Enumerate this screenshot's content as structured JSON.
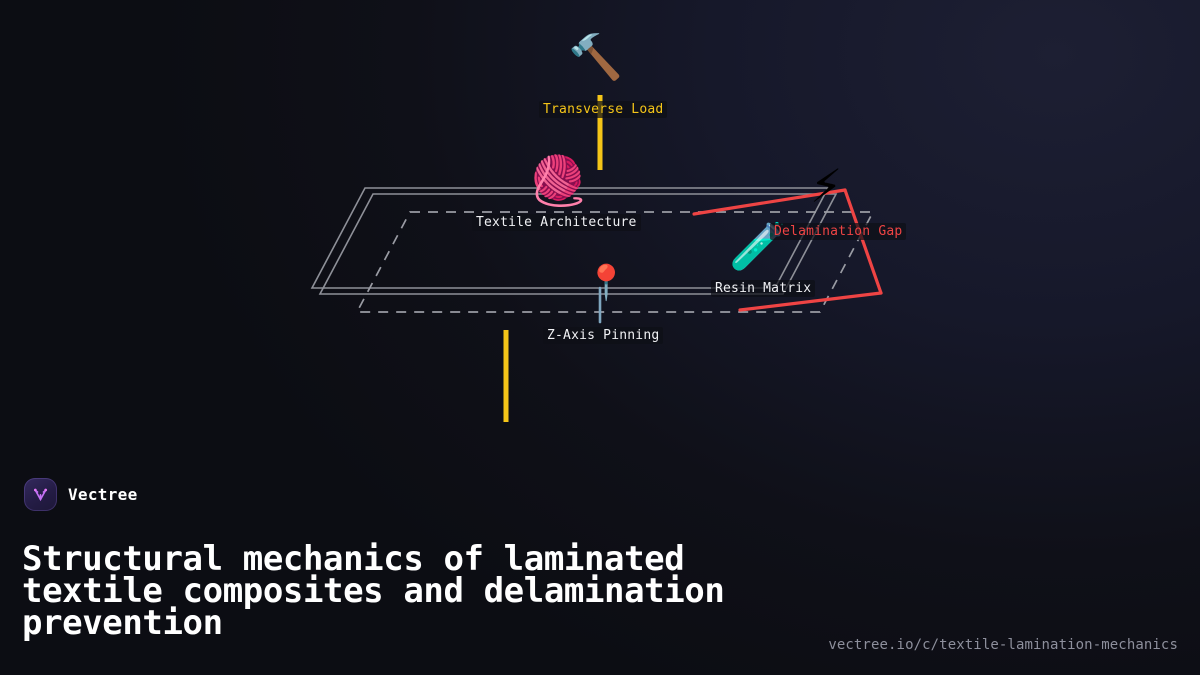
{
  "page": {
    "background_top_right": "#1d1f33",
    "background_bottom_left": "#0c0d13"
  },
  "diagram": {
    "title": "laminated textile composite delamination schematic",
    "colors": {
      "plate_stroke": "#8e9098",
      "load_arrow": "#f5c518",
      "crack": "#ef4444",
      "label_text": "#f0f1f4"
    },
    "nodes": [
      {
        "id": "textile-architecture",
        "label": "Textile Architecture",
        "icon": "yarn-ball-icon",
        "glyph": "🧶",
        "color": "#f0f1f4"
      },
      {
        "id": "resin-matrix",
        "label": "Resin Matrix",
        "icon": "test-tube-icon",
        "glyph": "🧪",
        "color": "#f0f1f4"
      },
      {
        "id": "transverse-load",
        "label": "Transverse Load",
        "icon": "hammer-icon",
        "glyph": "🔨",
        "color": "#f5c518"
      },
      {
        "id": "delamination-gap",
        "label": "Delamination Gap",
        "icon": "high-voltage-icon",
        "glyph": "⚡",
        "color": "#ef4444"
      },
      {
        "id": "z-axis-pinning",
        "label": "Z-Axis Pinning",
        "icon": "pushpin-icon",
        "glyph": "📍",
        "color": "#f0f1f4"
      }
    ]
  },
  "footer": {
    "brand_name": "Vectree",
    "brand_icon": "vectree-logo-icon",
    "headline": "Structural mechanics of laminated textile composites and delamination prevention",
    "url": "vectree.io/c/textile-lamination-mechanics"
  }
}
